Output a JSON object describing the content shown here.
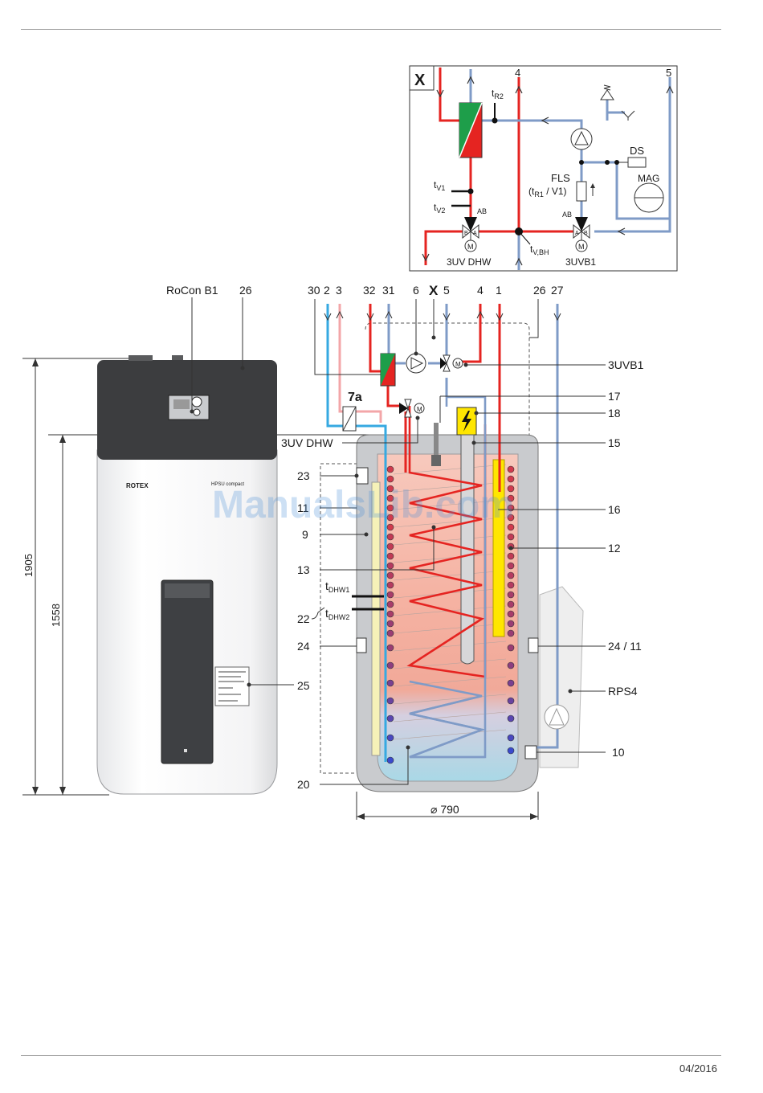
{
  "footer": {
    "date": "04/2016"
  },
  "watermark": "ManualsLib.com",
  "brand": {
    "logo": "ROTEX",
    "product": "HPSU compact"
  },
  "schematic": {
    "box_label": "X",
    "pipe_4": "4",
    "pipe_5": "5",
    "tR2": "t",
    "tR2_sub": "R2",
    "tV1": "t",
    "tV1_sub": "V1",
    "tV2": "t",
    "tV2_sub": "V2",
    "tVBH": "t",
    "tVBH_sub": "V,BH",
    "ab_left": "AB",
    "ab_right": "AB",
    "valve_left": "3UV DHW",
    "valve_right": "3UVB1",
    "ds": "DS",
    "mag": "MAG",
    "fls": "FLS",
    "fls_sub": "(t",
    "fls_sub2": "R1",
    "fls_sub3": " / V1)",
    "motor": "M",
    "port_a": "A",
    "port_b": "B"
  },
  "unit_labels": {
    "rocon": "RoCon B1",
    "n26_top": "26",
    "n30": "30",
    "n2": "2",
    "n3": "3",
    "n32": "32",
    "n31": "31",
    "n6": "6",
    "nX": "X",
    "n5": "5",
    "n4": "4",
    "n1": "1",
    "n26b": "26",
    "n27": "27",
    "lbl_3uvb1": "3UVB1",
    "lbl_7a": "7a",
    "lbl_17": "17",
    "lbl_18": "18",
    "lbl_3uvdhw": "3UV DHW",
    "lbl_15": "15",
    "lbl_23": "23",
    "lbl_11": "11",
    "lbl_16": "16",
    "lbl_9": "9",
    "lbl_12": "12",
    "lbl_13": "13",
    "lbl_tdhw1": "t",
    "lbl_tdhw1_sub": "DHW1",
    "lbl_tdhw2": "t",
    "lbl_tdhw2_sub": "DHW2",
    "lbl_22": "22",
    "lbl_24": "24",
    "lbl_2411": "24 / 11",
    "lbl_rps4": "RPS4",
    "lbl_25": "25",
    "lbl_10": "10",
    "lbl_20": "20",
    "dim_diam": "⌀ 790",
    "dim_1905": "1905",
    "dim_1558": "1558"
  },
  "colors": {
    "hot": "#e52421",
    "cold": "#7f9bc7",
    "pink": "#f3a6a8",
    "sky": "#36a9e1",
    "yellow": "#ffe600",
    "green": "#1e9e4a",
    "housing": "#c9cbce",
    "cap": "#3c3d3f"
  }
}
